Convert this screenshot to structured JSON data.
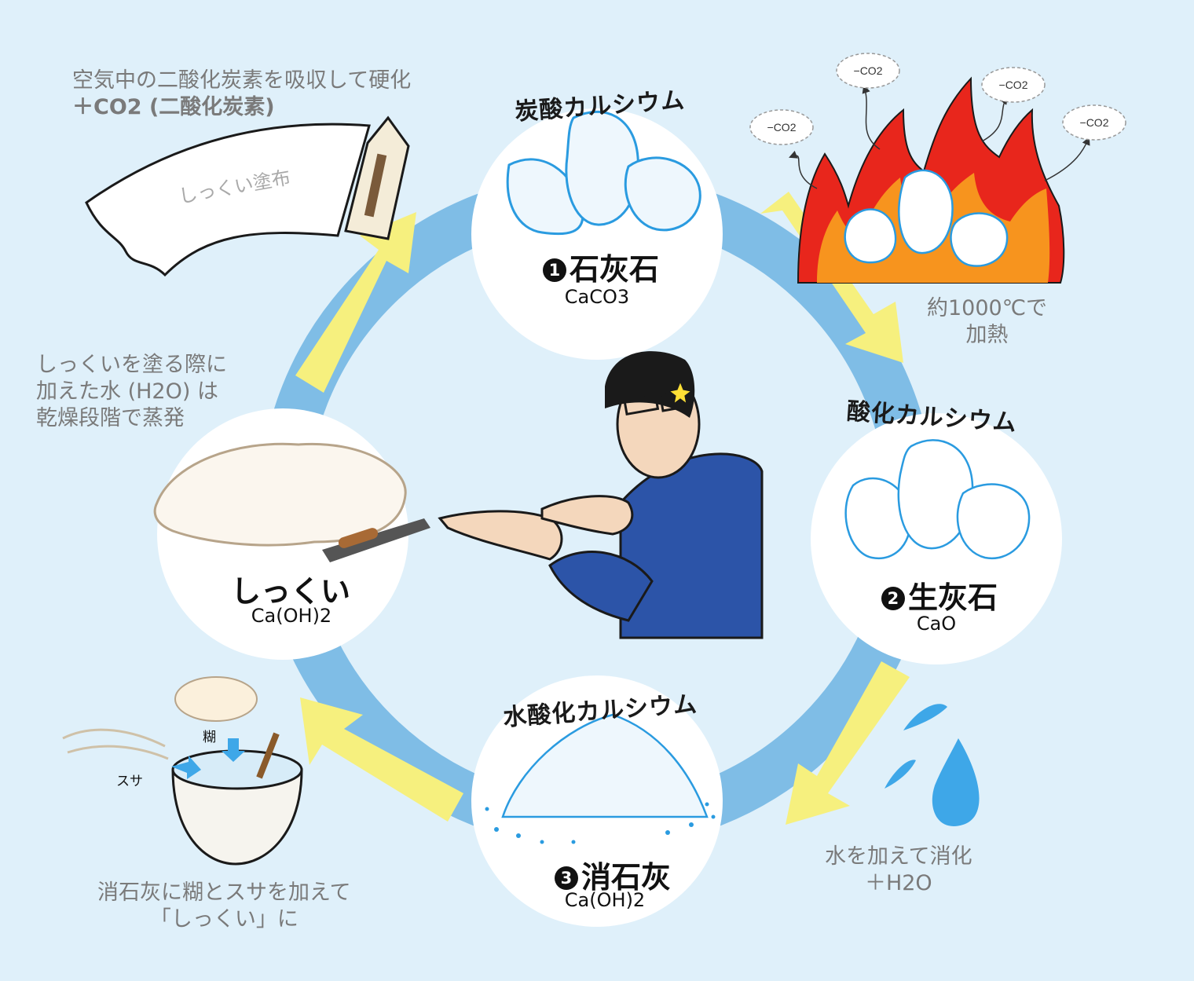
{
  "colors": {
    "background": "#dff0fa",
    "cycle_ring": "#7fbde6",
    "arrow": "#f6f07e",
    "node_circle": "#ffffff",
    "flame_outer": "#e8261c",
    "flame_inner": "#f7941e",
    "water": "#3ea7e8",
    "rock_outline": "#2a9be0"
  },
  "nodes": {
    "limestone": {
      "number": "1",
      "compound": "炭酸カルシウム",
      "name": "石灰石",
      "formula": "CaCO3"
    },
    "quicklime": {
      "number": "2",
      "compound": "酸化カルシウム",
      "name": "生灰石",
      "formula": "CaO"
    },
    "slaked_lime": {
      "number": "3",
      "compound": "水酸化カルシウム",
      "name": "消石灰",
      "formula": "Ca(OH)2"
    },
    "shikkui": {
      "name": "しっくい",
      "formula": "Ca(OH)2"
    }
  },
  "steps": {
    "heating": [
      "約1000℃で",
      "加熱"
    ],
    "hydration": [
      "水を加えて消化",
      "＋H2O"
    ],
    "mixing": [
      "消石灰に糊とスサを加えて",
      "「しっくい」に"
    ],
    "evaporation": [
      "しっくいを塗る際に",
      "加えた水 (H2O) は",
      "乾燥段階で蒸発"
    ],
    "hardening": [
      "空気中の二酸化炭素を吸収して硬化",
      "＋CO2 (二酸化炭素)"
    ]
  },
  "illustration_labels": {
    "co2_release": "−CO2",
    "plaster_banner": "しっくい塗布",
    "paste": "糊",
    "fiber": "スサ",
    "badge_icon": "sparkle-icon"
  }
}
